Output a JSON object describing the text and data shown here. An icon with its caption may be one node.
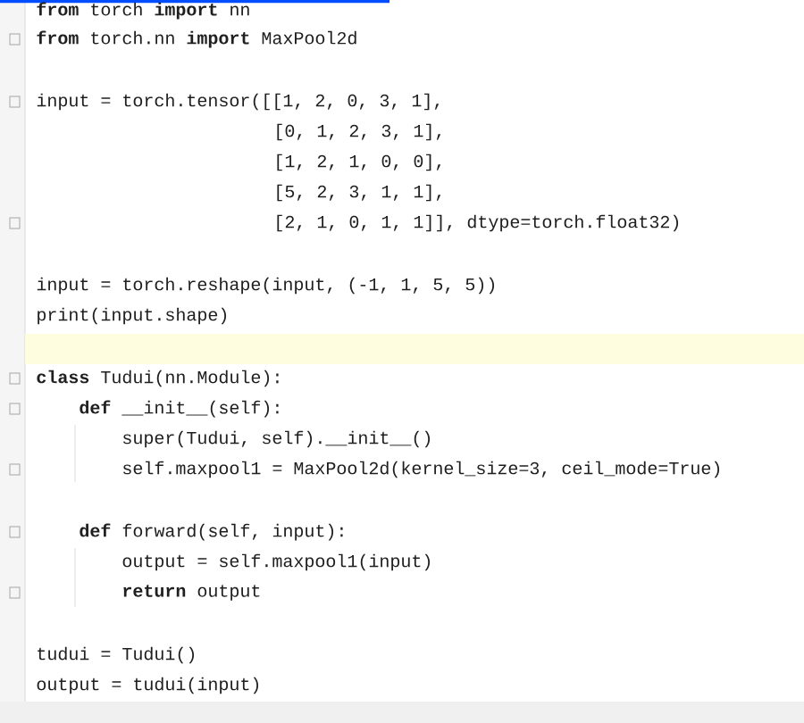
{
  "diagram": {
    "labels": [
      "**from** torch **import** nn",
      "**from** torch.nn **import** MaxPool2d",
      "input = torch.tensor([[1, 2, 0, 3, 1],",
      "[0, 1, 2, 3, 1],",
      "[1, 2, 1, 0, 0],",
      "[5, 2, 3, 1, 1],",
      "[2, 1, 0, 1, 1]], dtype=torch.float32)",
      "input = torch.reshape(input, (-1, 1, 5, 5))",
      "print(input.shape)",
      "**class** Tudui(nn.Module):",
      "**def** __init__(self):",
      "super(Tudui, self).__init__()",
      "self.maxpool1 = MaxPool2d(kernel_size=3, ceil_mode=True)",
      "**def** forward(self, input):",
      "output = self.maxpool1(input)",
      "**return** output",
      "tudui = Tudui()",
      "output = tudui(input)"
    ]
  }
}
